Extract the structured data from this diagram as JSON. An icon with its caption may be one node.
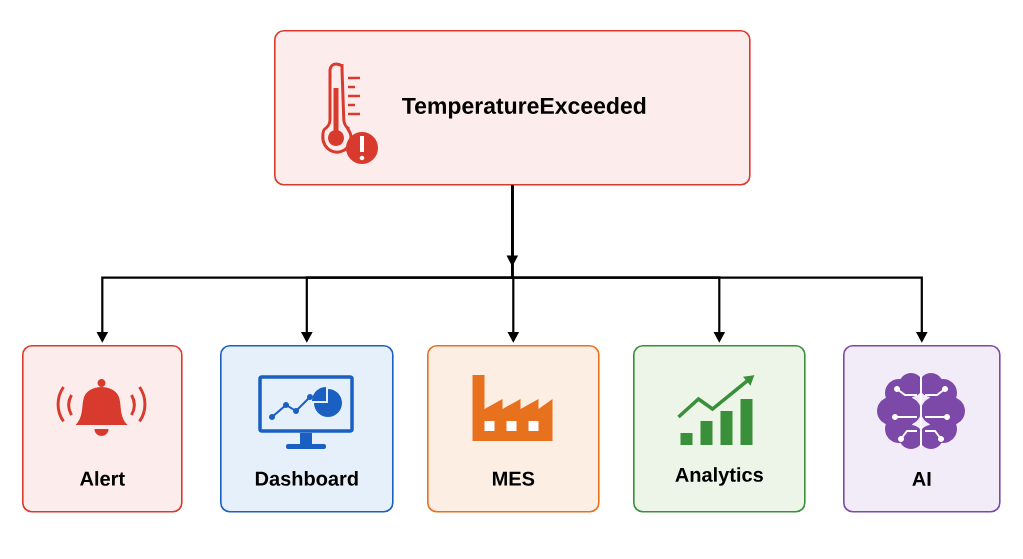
{
  "diagram": {
    "nodes": [
      {
        "text": [
          "TemperatureExceeded"
        ]
      },
      {
        "text": [
          "Alert"
        ]
      },
      {
        "text": [
          "Dashboard"
        ]
      },
      {
        "text": [
          "MES"
        ]
      },
      {
        "text": [
          "Analytics"
        ]
      },
      {
        "text": [
          "AI"
        ]
      }
    ],
    "edges": [
      {
        "from": 0,
        "to": 1,
        "arrow": "to"
      },
      {
        "from": 0,
        "to": 2,
        "arrow": "to"
      },
      {
        "from": 0,
        "to": 3,
        "arrow": "to"
      },
      {
        "from": 0,
        "to": 4,
        "arrow": "to"
      },
      {
        "from": 0,
        "to": 5,
        "arrow": "to"
      }
    ]
  }
}
